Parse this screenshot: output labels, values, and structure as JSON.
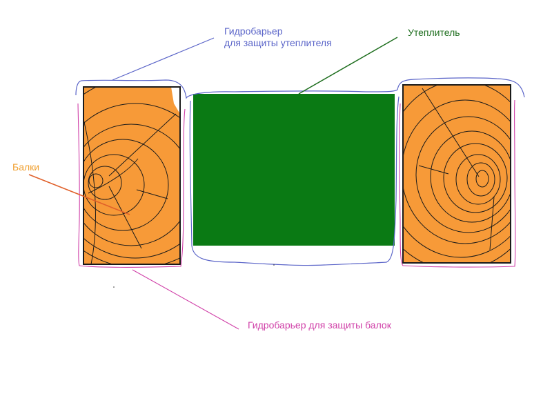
{
  "labels": {
    "vapor_barrier_line1": "Гидробарьер",
    "vapor_barrier_line2": "для защиты утеплителя",
    "insulation": "Утеплитель",
    "beams": "Балки",
    "water_barrier": "Гидробарьер для защиты балок"
  },
  "colors": {
    "vapor_barrier": "#5a64c8",
    "insulation": "#0a7a14",
    "insulation_label": "#1e6e1e",
    "beam_fill": "#f79a38",
    "beam_label": "#f0a030",
    "beam_pointer": "#e0602a",
    "water_barrier": "#d040a8",
    "wood_rings": "#1a1a1a"
  },
  "icons": {
    "left_beam": "wood-cross-section-icon",
    "right_beam": "wood-cross-section-icon"
  }
}
